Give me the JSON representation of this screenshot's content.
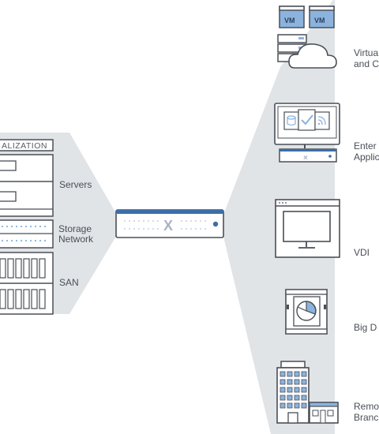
{
  "left_stack": {
    "banner": "ALIZATION",
    "servers_label": "Servers",
    "storage_label_line1": "Storage",
    "storage_label_line2": "Network",
    "san_label": "SAN"
  },
  "right_items": [
    {
      "line1": "Virtua",
      "line2": "and C"
    },
    {
      "line1": "Enter",
      "line2": "Applic"
    },
    {
      "line1": "VDI",
      "line2": ""
    },
    {
      "line1": "Big D",
      "line2": ""
    },
    {
      "line1": "Remo",
      "line2": "Branc"
    }
  ],
  "vm_badges": [
    "VM",
    "VM"
  ],
  "appliance_logo": "X",
  "colors": {
    "band": "#dfe3e6",
    "stroke": "#4a4f57",
    "accent_blue": "#3c6ea8",
    "icon_blue": "#8bb3de"
  }
}
